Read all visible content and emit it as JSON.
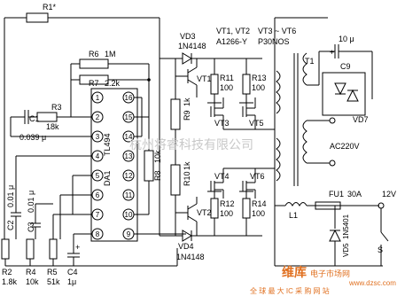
{
  "diagram": {
    "ic": {
      "name": "DA1",
      "part": "TL494",
      "pins": [
        "1",
        "2",
        "3",
        "4",
        "5",
        "6",
        "7",
        "8",
        "9",
        "10",
        "11",
        "12",
        "13",
        "14",
        "15",
        "16"
      ]
    },
    "labels": {
      "r1": "R1*",
      "r6": "R6",
      "r6v": "1M",
      "r7": "R7",
      "r7v": "2.2k",
      "r3": "R3",
      "r3v": "18k",
      "c1": "C1",
      "c1v": "0.039 μ",
      "r8": "R8",
      "r8v": "10k",
      "r9": "R9",
      "r9v": "1k",
      "r10": "R10",
      "r10v": "1k",
      "r11": "R11",
      "r11v": "100",
      "r12": "R12",
      "r12v": "100",
      "r13": "R13",
      "r13v": "100",
      "r14": "R14",
      "r14v": "100",
      "vd3": "VD3",
      "vd3v": "1N4148",
      "vd4": "VD4",
      "vd4v": "1N4148",
      "vt1": "VT1",
      "vt2": "VT2",
      "vt3": "VT3",
      "vt4": "VT4",
      "vt5": "VT5",
      "vt6": "VT6",
      "vt12": "VT1, VT2",
      "vt12v": "A1266-Y",
      "vt36": "VT3 ~ VT6",
      "vt36v": "P30NOS",
      "t1": "T1",
      "c9": "C9",
      "c9v": "10 μ",
      "vd7": "VD7",
      "ac": "AC220V",
      "l1": "L1",
      "fu1": "FU1",
      "fu1v": "30A",
      "vd5": "VD5",
      "vd5v": "1N5401",
      "s": "S",
      "v12": "12V",
      "c2": "C2",
      "c2v": "0.01 μ",
      "c3": "C3",
      "c3v": "0.01 μ",
      "c4": "C4",
      "c4v": "1μ",
      "r2": "R2",
      "r2v": "1.8k",
      "r4": "R4",
      "r4v": "10k",
      "r5": "R5",
      "r5v": "51k",
      "plus": "+",
      "watermark": "杭州将睿科技有限公司"
    },
    "logo": {
      "brand": "维库",
      "brand_cn": "电子市场网",
      "site": "www.dzsc.com",
      "slogan": "全 球 最 大 IC 采 购 网 站"
    }
  }
}
